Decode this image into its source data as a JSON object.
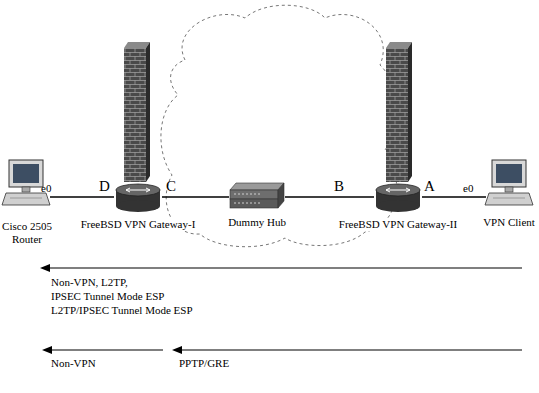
{
  "diagram": {
    "nodes": [
      {
        "text": [
          "Cisco 2505 Router"
        ]
      },
      {
        "text": [
          "FreeBSD VPN Gateway-I"
        ]
      },
      {
        "text": [
          "Dummy Hub"
        ]
      },
      {
        "text": [
          "FreeBSD VPN Gateway-II"
        ]
      },
      {
        "text": [
          "VPN Client"
        ]
      }
    ],
    "edges": [
      {
        "from": 0,
        "to": 1,
        "arrow": "none"
      },
      {
        "from": 1,
        "to": 2,
        "arrow": "none"
      },
      {
        "from": 2,
        "to": 3,
        "arrow": "none"
      },
      {
        "from": 3,
        "to": 4,
        "arrow": "none"
      }
    ],
    "labels": [
      "e0",
      "D",
      "C",
      "B",
      "A",
      "e0",
      "Non-VPN, L2TP,",
      "IPSEC Tunnel Mode ESP",
      "L2TP/IPSEC Tunnel Mode ESP",
      "Non-VPN",
      "PPTP/GRE"
    ]
  }
}
